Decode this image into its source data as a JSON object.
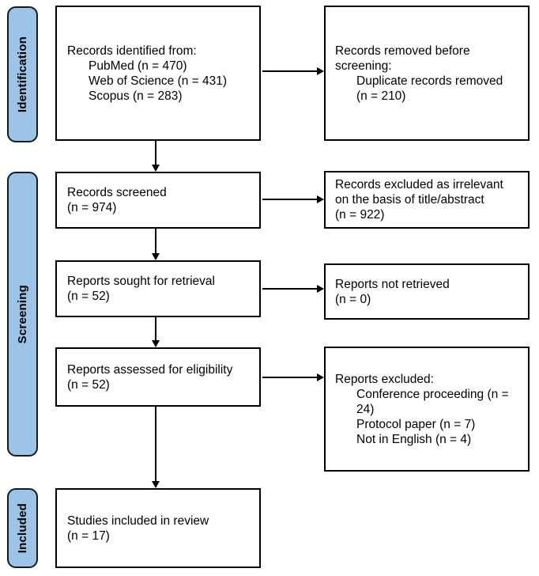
{
  "stages": {
    "identification": "Identification",
    "screening": "Screening",
    "included": "Included"
  },
  "boxes": {
    "identified": {
      "lines": [
        "Records identified from:",
        "PubMed (n = 470)",
        "Web of Science (n = 431)",
        "Scopus (n = 283)"
      ]
    },
    "removed": {
      "lines": [
        "Records removed before",
        "screening:",
        "Duplicate records removed",
        "(n = 210)"
      ]
    },
    "screened": {
      "lines": [
        "Records screened",
        "(n = 974)"
      ]
    },
    "excluded_irrelevant": {
      "lines": [
        "Records excluded as irrelevant",
        "on the basis of title/abstract",
        "(n = 922)"
      ]
    },
    "sought": {
      "lines": [
        "Reports sought for retrieval",
        "(n = 52)"
      ]
    },
    "not_retrieved": {
      "lines": [
        "Reports not retrieved",
        "(n = 0)"
      ]
    },
    "assessed": {
      "lines": [
        "Reports assessed for eligibility",
        "(n = 52)"
      ]
    },
    "reports_excluded": {
      "lines": [
        "Reports excluded:",
        "Conference proceeding (n =",
        "24)",
        "Protocol paper (n = 7)",
        "Not in English (n = 4)"
      ]
    },
    "included_studies": {
      "lines": [
        "Studies included in review",
        "(n = 17)"
      ]
    }
  },
  "colors": {
    "stage_fill": "#9DC3E6",
    "stage_border": "#121A22",
    "box_border": "#000000",
    "text": "#000000",
    "arrow": "#000000",
    "bg": "#FFFFFF"
  }
}
